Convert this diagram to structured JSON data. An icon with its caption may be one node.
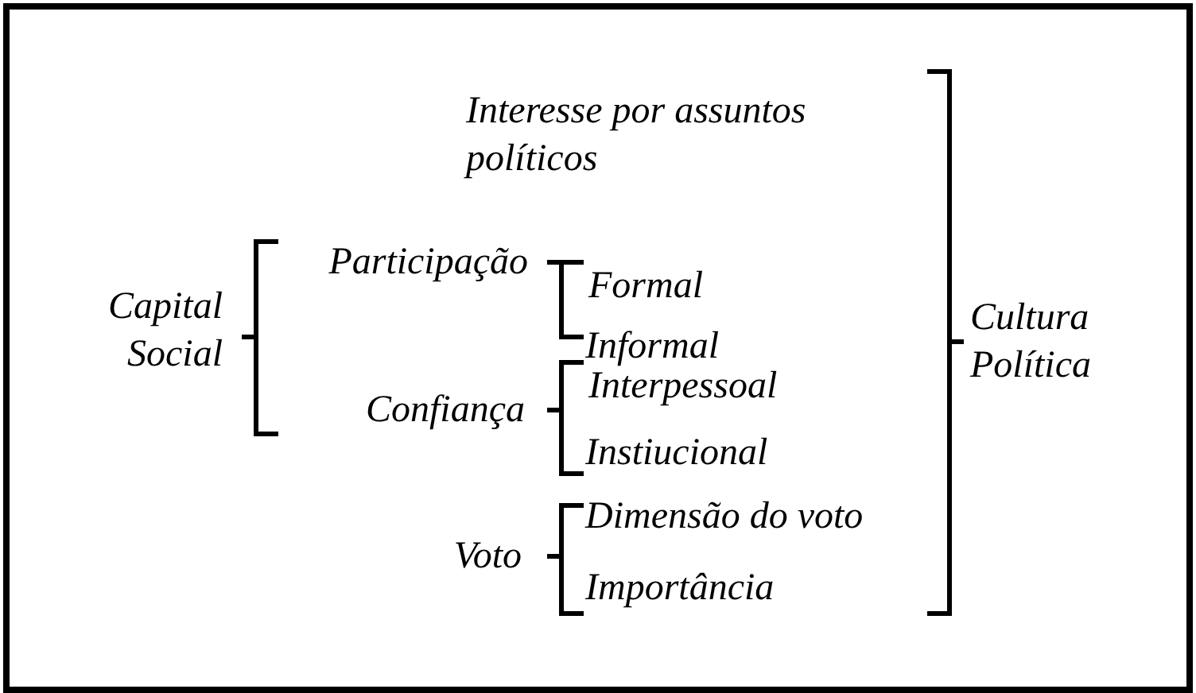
{
  "diagram": {
    "labels": [
      "Interesse por assuntos políticos",
      "Participação",
      "Formal",
      "Capital Social",
      "Informal",
      "Cultura Política",
      "Interpessoal",
      "Confiança",
      "Instiucional",
      "Dimensão do voto",
      "Voto",
      "Importância"
    ]
  }
}
